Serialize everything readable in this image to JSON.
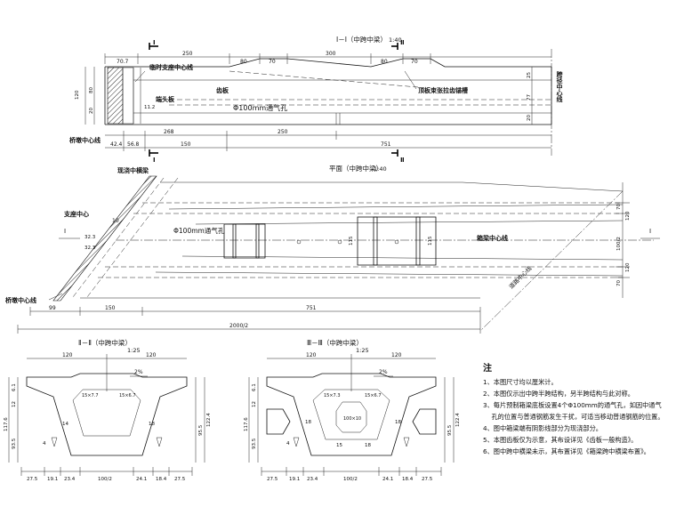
{
  "sections": {
    "elevation": {
      "title": "I－I（中跨中梁）",
      "scale": "1:40"
    },
    "plan": {
      "title": "平面（中跨中梁）",
      "scale": "1:40"
    },
    "section2": {
      "title": "Ⅱ－Ⅱ（中跨中梁）",
      "scale": "1:25"
    },
    "section3": {
      "title": "Ⅲ－Ⅲ（中跨中梁）",
      "scale": "1:25"
    }
  },
  "marks": {
    "sec1": "I",
    "sec2": "Ⅱ",
    "sec3": "Ⅲ"
  },
  "elevation_labels": {
    "bearing_center_line": "临时支座中心线",
    "end_block": "端头板",
    "web": "齿板",
    "vent_hole": "Φ100mm通气孔",
    "top_slab_reserve": "顶板束张拉齿锚槽",
    "pier_center_line": "桥墩中心线",
    "span_center_line": "跨径中心线"
  },
  "elevation_dims": {
    "d70_7": "70.7",
    "d250": "250",
    "d80a": "80",
    "d70a": "70",
    "d300": "300",
    "d80b": "80",
    "d70b": "70",
    "d42_4": "42.4",
    "d56_8": "56.8",
    "d150": "150",
    "d268": "268",
    "d250b": "250",
    "d751": "751",
    "h120": "120",
    "h80": "80",
    "h20": "20",
    "h77": "77",
    "h25": "25",
    "h20b": "20",
    "h11_2": "11.2"
  },
  "plan_labels": {
    "skew_beam": "现浇中横梁",
    "bearing_center": "支座中心",
    "vent_hole": "Φ100mm通气孔",
    "beam_center_line": "箱梁中心线",
    "pier_center": "桥墩中心线",
    "road_center": "道路中心线",
    "angle10": "10"
  },
  "plan_dims": {
    "p99": "99",
    "p150": "150",
    "p751": "751",
    "p2000": "2000/2",
    "v70a": "70",
    "v120a": "120",
    "v100": "100/2",
    "v120b": "120",
    "v70b": "70",
    "v32a": "32.3",
    "v32b": "32.3",
    "v115a": "115",
    "v115b": "115"
  },
  "section2_dims": {
    "top120a": "120",
    "top120b": "120",
    "slope": "2%",
    "fillet_l": "15×7.7",
    "fillet_r": "15×6.7",
    "b27_5a": "27.5",
    "b19_1a": "19.1",
    "b23_4": "23.4",
    "b100": "100/2",
    "b24_1": "24.1",
    "b18_4": "18.4",
    "b27_5b": "27.5",
    "h6_1": "6.1",
    "h12": "12",
    "h117_6": "117.6",
    "h93_5": "93.5",
    "h95_5": "95.5",
    "h122_4": "122.4",
    "h14": "14",
    "h18": "18",
    "w4": "4"
  },
  "section3_dims": {
    "top120a": "120",
    "top120b": "120",
    "slope": "2%",
    "fillet_l": "15×7.3",
    "fillet_r": "15×6.7",
    "hole": "100×10",
    "b27_5a": "27.5",
    "b19_1a": "19.1",
    "b23_4": "23.4",
    "b100": "100/2",
    "b24_1": "24.1",
    "b18_4": "18.4",
    "b27_5b": "27.5",
    "h6_1": "6.1",
    "h12": "12",
    "h117_6": "117.6",
    "h93_5": "93.5",
    "h95_5": "95.5",
    "h122_4": "122.4",
    "h18a": "18",
    "h18b": "18",
    "h18c": "18",
    "h15": "15",
    "w4": "4"
  },
  "notes": {
    "title": "注",
    "items": [
      "1、本图尺寸均以厘米计。",
      "2、本图仅示出中跨半跨结构，另半跨结构与此对称。",
      "3、每片预制箱梁底板设置4个Φ100mm的通气孔，如因中通气",
      "　 孔的位置与普通钢筋发生干扰，可适当移动普通钢筋的位置。",
      "4、图中箱梁端有阴影线部分为现浇部分。",
      "5、本图齿板仅为示意，其布设详见《齿板一般构造》。",
      "6、图中跨中横梁未示，其布置详见《箱梁跨中横梁布置》。"
    ]
  }
}
